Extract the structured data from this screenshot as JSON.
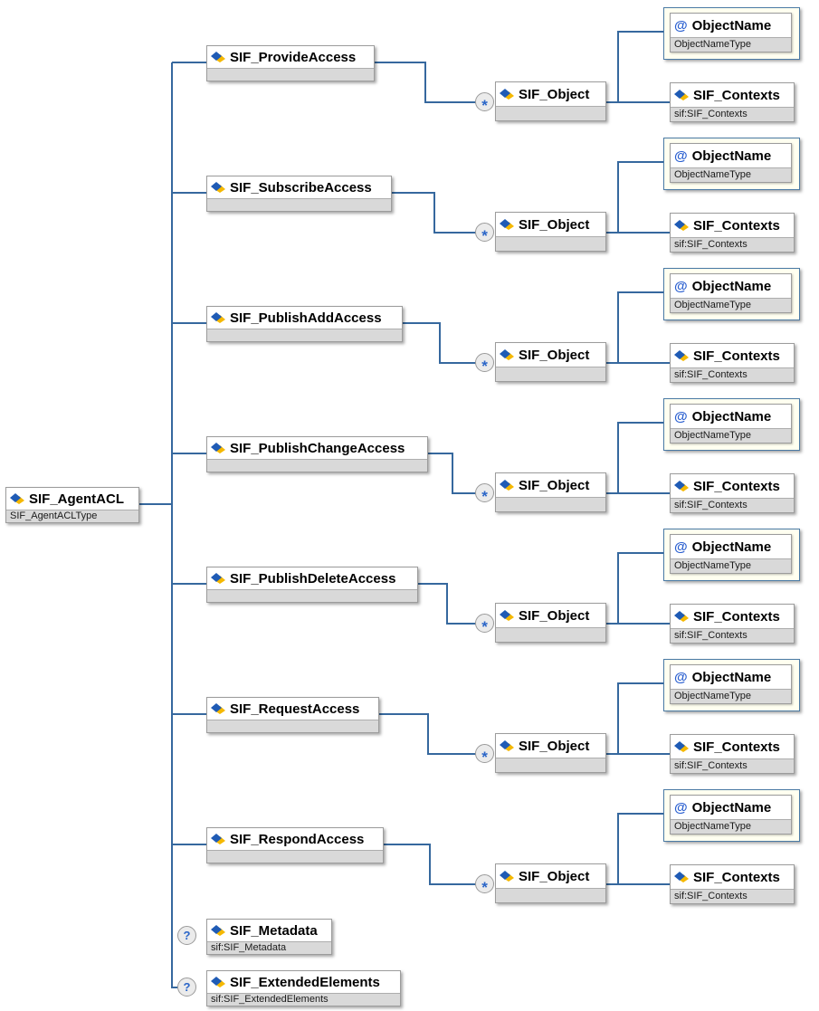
{
  "root": {
    "label": "SIF_AgentACL",
    "type": "SIF_AgentACLType"
  },
  "groups": [
    {
      "access_label": "SIF_ProvideAccess",
      "cardinality": "*",
      "object_label": "SIF_Object",
      "attribute_label": "ObjectName",
      "attribute_type": "ObjectNameType",
      "contexts_label": "SIF_Contexts",
      "contexts_type": "sif:SIF_Contexts"
    },
    {
      "access_label": "SIF_SubscribeAccess",
      "cardinality": "*",
      "object_label": "SIF_Object",
      "attribute_label": "ObjectName",
      "attribute_type": "ObjectNameType",
      "contexts_label": "SIF_Contexts",
      "contexts_type": "sif:SIF_Contexts"
    },
    {
      "access_label": "SIF_PublishAddAccess",
      "cardinality": "*",
      "object_label": "SIF_Object",
      "attribute_label": "ObjectName",
      "attribute_type": "ObjectNameType",
      "contexts_label": "SIF_Contexts",
      "contexts_type": "sif:SIF_Contexts"
    },
    {
      "access_label": "SIF_PublishChangeAccess",
      "cardinality": "*",
      "object_label": "SIF_Object",
      "attribute_label": "ObjectName",
      "attribute_type": "ObjectNameType",
      "contexts_label": "SIF_Contexts",
      "contexts_type": "sif:SIF_Contexts"
    },
    {
      "access_label": "SIF_PublishDeleteAccess",
      "cardinality": "*",
      "object_label": "SIF_Object",
      "attribute_label": "ObjectName",
      "attribute_type": "ObjectNameType",
      "contexts_label": "SIF_Contexts",
      "contexts_type": "sif:SIF_Contexts"
    },
    {
      "access_label": "SIF_RequestAccess",
      "cardinality": "*",
      "object_label": "SIF_Object",
      "attribute_label": "ObjectName",
      "attribute_type": "ObjectNameType",
      "contexts_label": "SIF_Contexts",
      "contexts_type": "sif:SIF_Contexts"
    },
    {
      "access_label": "SIF_RespondAccess",
      "cardinality": "*",
      "object_label": "SIF_Object",
      "attribute_label": "ObjectName",
      "attribute_type": "ObjectNameType",
      "contexts_label": "SIF_Contexts",
      "contexts_type": "sif:SIF_Contexts"
    }
  ],
  "optional": [
    {
      "indicator": "?",
      "label": "SIF_Metadata",
      "type": "sif:SIF_Metadata"
    },
    {
      "indicator": "?",
      "label": "SIF_ExtendedElements",
      "type": "sif:SIF_ExtendedElements"
    }
  ],
  "icons": {
    "attribute_glyph": "@"
  },
  "colors": {
    "connector": "#36689e",
    "node_border": "#9c9c9c",
    "strip_bg": "#d9d9d9",
    "attr_wrapper_bg": "#fffff0",
    "attr_wrapper_border": "#4a7aa5",
    "badge_glyph": "#2b66c8",
    "icon_blue": "#1f5bb5",
    "icon_yellow": "#f5b800"
  }
}
